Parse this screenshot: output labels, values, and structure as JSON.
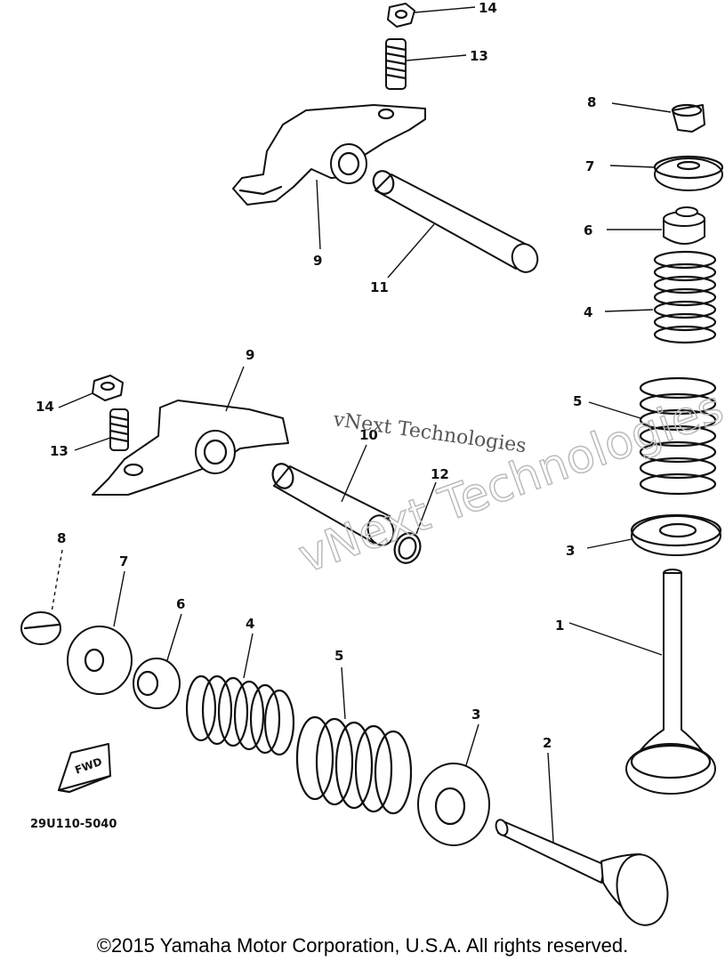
{
  "diagram": {
    "part_number": "29U110-5040",
    "direction_marker": "FWD",
    "callouts": {
      "top_nut": "14",
      "top_stud": "13",
      "cotter_right": "8",
      "retainer_right": "7",
      "seat_right": "6",
      "inner_spring_right": "4",
      "rocker_arm_top": "9",
      "rocker_shaft_top": "11",
      "nut_mid": "14",
      "rocker_arm_mid": "9",
      "stud_mid": "13",
      "rocker_shaft_mid": "10",
      "oring": "12",
      "outer_spring_right": "5",
      "spring_seat_right": "3",
      "valve_right": "1",
      "cotter_left": "8",
      "retainer_left": "7",
      "seat_left": "6",
      "inner_spring_left": "4",
      "outer_spring_left": "5",
      "spring_seat_left": "3",
      "valve_left": "2"
    }
  },
  "watermark": {
    "line1": "vNext Technologies",
    "line2": "vNext Technologies"
  },
  "footer": {
    "copyright": "©2015 Yamaha Motor Corporation, U.S.A. All rights reserved."
  }
}
